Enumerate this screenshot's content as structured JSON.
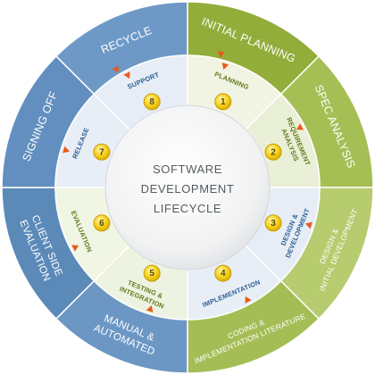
{
  "diagram": {
    "title_lines": [
      "SOFTWARE",
      "DEVELOPMENT",
      "LIFECYCLE"
    ],
    "outer_ring": [
      {
        "lines": [
          "INITIAL PLANNING"
        ],
        "color": "#93ad3a"
      },
      {
        "lines": [
          "SPEC ANALYSIS"
        ],
        "color": "#a6bf55"
      },
      {
        "lines": [
          "DESIGN &",
          "INITIAL DEVELOPMENT"
        ],
        "color": "#b7cb6f"
      },
      {
        "lines": [
          "CODING &",
          "IMPLEMENTATION LITERATURE"
        ],
        "color": "#a5bd55"
      },
      {
        "lines": [
          "MANUAL &",
          "AUTOMATED"
        ],
        "color": "#6c97c4"
      },
      {
        "lines": [
          "CLIENT SIDE",
          "EVALUATION"
        ],
        "color": "#5b8ab9"
      },
      {
        "lines": [
          "SIGNING OFF"
        ],
        "color": "#628fbf"
      },
      {
        "lines": [
          "RECYCLE"
        ],
        "color": "#6e99c7"
      }
    ],
    "inner_ring": [
      {
        "number": "1",
        "lines": [
          "PLANNING"
        ],
        "color": "#f1f4e2",
        "text_color": "#5e7a1c"
      },
      {
        "number": "2",
        "lines": [
          "REQUIREMENT",
          "ANALYSIS"
        ],
        "color": "#eaf0d7",
        "text_color": "#5e7a1c"
      },
      {
        "number": "3",
        "lines": [
          "DESIGN &",
          "DEVELOPMENT"
        ],
        "color": "#e6edf6",
        "text_color": "#2d5d93"
      },
      {
        "number": "4",
        "lines": [
          "IMPLEMENTATION"
        ],
        "color": "#e8eef6",
        "text_color": "#2d5d93"
      },
      {
        "number": "5",
        "lines": [
          "TESTING &",
          "INTEGRATION"
        ],
        "color": "#eef3e1",
        "text_color": "#5e7a1c"
      },
      {
        "number": "6",
        "lines": [
          "EVALUATION"
        ],
        "color": "#f1f5e3",
        "text_color": "#5e7a1c"
      },
      {
        "number": "7",
        "lines": [
          "RELEASE"
        ],
        "color": "#e8eef6",
        "text_color": "#2d5d93"
      },
      {
        "number": "8",
        "lines": [
          "SUPPORT"
        ],
        "color": "#e6edf6",
        "text_color": "#2d5d93"
      }
    ],
    "colors": {
      "arrow": "#e85a1b",
      "badge_fill": "#f6d21c",
      "badge_stroke": "#c79a00",
      "hub": "#f3f4f5"
    }
  }
}
